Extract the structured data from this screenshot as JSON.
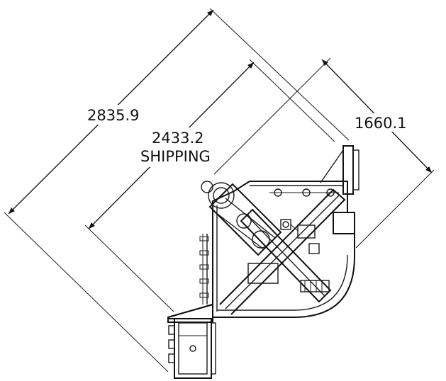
{
  "dimensions": {
    "overall_length": "2835.9",
    "shipping_length": "2433.2",
    "shipping_label": "SHIPPING",
    "width": "1660.1"
  },
  "colors": {
    "line": "#1a1a1a",
    "background": "#ffffff"
  }
}
